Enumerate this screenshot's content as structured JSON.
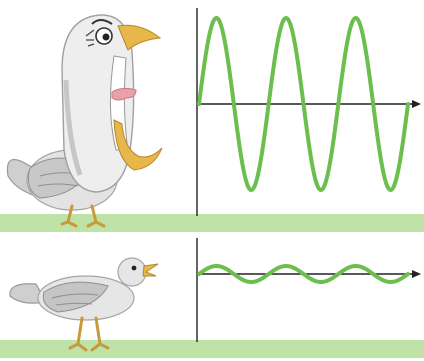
{
  "colors": {
    "wave": "#6cbf4e",
    "ground": "#bfe3a6",
    "axis": "#222222",
    "beak": "#e8b74a",
    "tongue": "#e9a1a8",
    "bird_body": "#e6e6e6",
    "bird_shadow": "#b9b9b9",
    "legs": "#c99a3a"
  },
  "top_panel": {
    "subject": "loud-bird",
    "wave": {
      "cycles": 3,
      "relative_amplitude": 1.0
    }
  },
  "bottom_panel": {
    "subject": "quiet-bird",
    "wave": {
      "cycles": 3,
      "relative_amplitude": 0.2
    }
  },
  "icons": {
    "axis_arrow": "arrow-right-icon"
  }
}
